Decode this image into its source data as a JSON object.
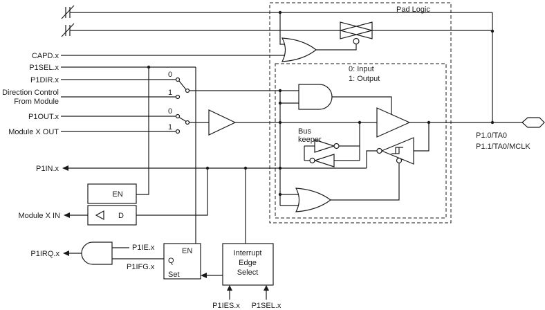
{
  "diagram": {
    "title": "Pad Logic",
    "signals": {
      "capd": "CAPD.x",
      "p1sel": "P1SEL.x",
      "p1dir": "P1DIR.x",
      "dir_ctl_line1": "Direction Control",
      "dir_ctl_line2": "From Module",
      "p1out": "P1OUT.x",
      "module_out": "Module X OUT",
      "p1in": "P1IN.x",
      "module_in": "Module X IN",
      "p1irq": "P1IRQ.x",
      "p1ie": "P1IE.x",
      "p1ifg": "P1IFG.x",
      "p1ies": "P1IES.x",
      "p1sel_bottom": "P1SEL.x"
    },
    "mux1": {
      "in0": "0",
      "in1": "1"
    },
    "mux2": {
      "in0": "0",
      "in1": "1"
    },
    "annotations": {
      "mode0": "0: Input",
      "mode1": "1: Output",
      "bus_keeper_line1": "Bus",
      "bus_keeper_line2": "keeper"
    },
    "latch": {
      "en": "EN",
      "d": "D"
    },
    "ff": {
      "q": "Q",
      "en": "EN",
      "set": "Set"
    },
    "edge_select": {
      "line1": "Interrupt",
      "line2": "Edge",
      "line3": "Select"
    },
    "pins": {
      "pin1": "P1.0/TA0",
      "pin2": "P1.1/TA0/MCLK"
    }
  }
}
